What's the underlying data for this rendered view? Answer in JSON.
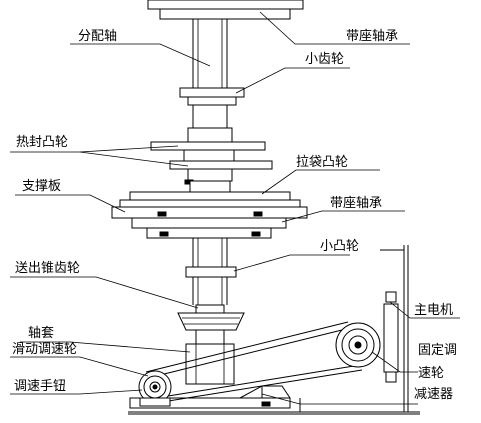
{
  "diagram": {
    "line_color": "#000000",
    "background": "#ffffff",
    "labels": {
      "distribution_shaft": "分配轴",
      "pillow_bearing_top": "带座轴承",
      "small_gear": "小齿轮",
      "heat_seal_cam": "热封凸轮",
      "bag_pull_cam": "拉袋凸轮",
      "support_plate": "支撑板",
      "pillow_bearing_mid": "带座轴承",
      "small_cam": "小凸轮",
      "feed_bevel_gear": "送出锥齿轮",
      "main_motor": "主电机",
      "shaft_sleeve": "轴套",
      "sliding_speed_wheel": "滑动调速轮",
      "fixed_speed_wheel_line1": "固定调",
      "fixed_speed_wheel_line2": "速轮",
      "speed_knob": "调速手钮",
      "reducer": "减速器"
    }
  }
}
